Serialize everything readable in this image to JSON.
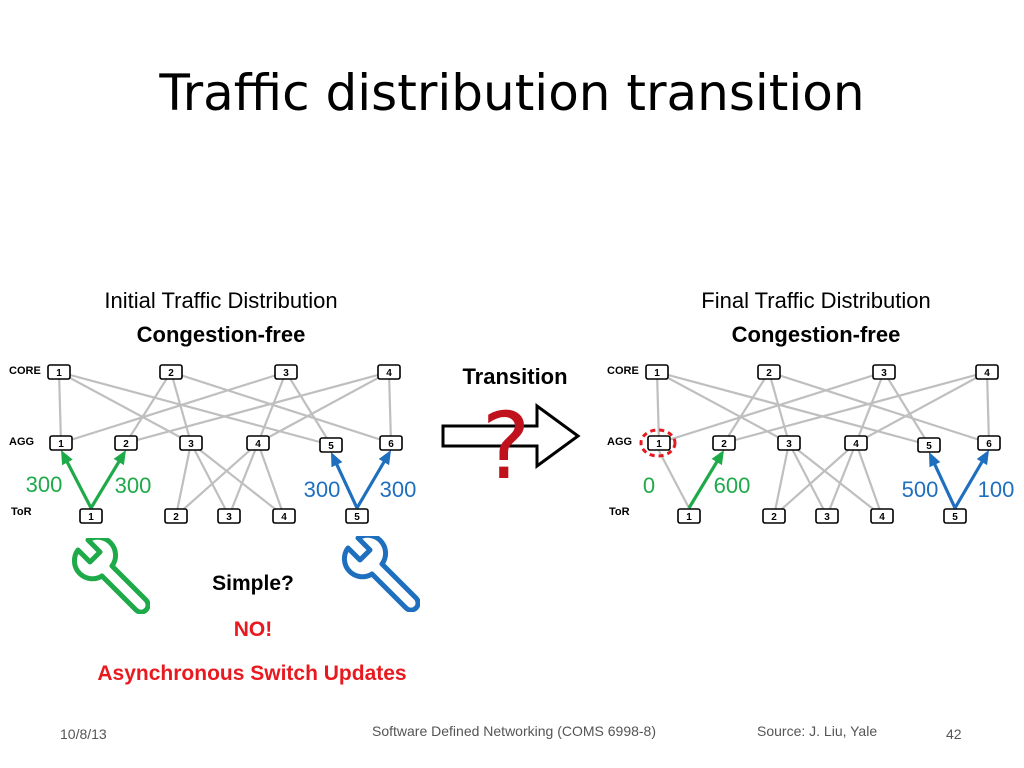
{
  "title": "Traffic distribution transition",
  "left": {
    "caption": "Initial Traffic Distribution",
    "status": "Congestion-free",
    "flows": {
      "green_left": "300",
      "green_right": "300",
      "blue_left": "300",
      "blue_right": "300"
    }
  },
  "right": {
    "caption": "Final Traffic Distribution",
    "status": "Congestion-free",
    "flows": {
      "green_left": "0",
      "green_right": "600",
      "blue_left": "500",
      "blue_right": "100"
    }
  },
  "layers": {
    "core": "CORE",
    "agg": "AGG",
    "tor": "ToR"
  },
  "nodes": {
    "core": [
      "1",
      "2",
      "3",
      "4"
    ],
    "agg": [
      "1",
      "2",
      "3",
      "4",
      "5",
      "6"
    ],
    "tor": [
      "1",
      "2",
      "3",
      "4",
      "5"
    ]
  },
  "transition": {
    "label": "Transition",
    "mark": "?"
  },
  "questions": {
    "simple": "Simple?",
    "answer": "NO!",
    "reason": "Asynchronous Switch Updates"
  },
  "footer": {
    "date": "10/8/13",
    "course": "Software Defined Networking (COMS 6998-8)",
    "source": "Source: J. Liu, Yale",
    "page": "42"
  },
  "colors": {
    "green": "#1faa4a",
    "blue": "#1f6fbf",
    "red": "#e8191f",
    "question": "#c0121c",
    "link": "#bfbfbf"
  },
  "icons": [
    "wrench-icon",
    "wrench-icon",
    "right-arrow-icon",
    "dashed-circle-highlight"
  ]
}
